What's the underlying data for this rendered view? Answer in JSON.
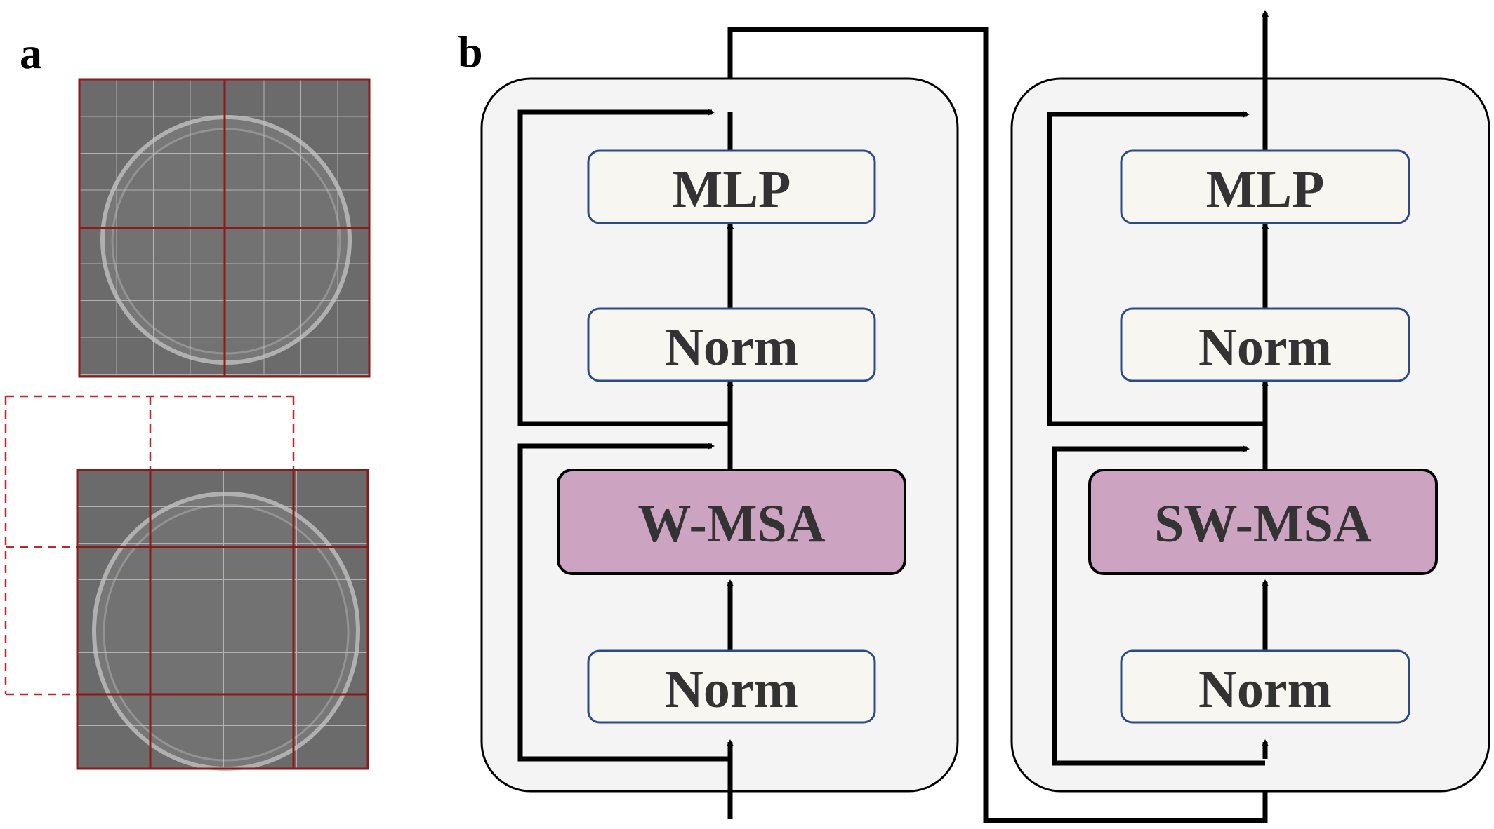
{
  "panel_a": {
    "label": "a",
    "grid_colors": {
      "window_line": "#8b1a1a",
      "patch_line": "#c8c8c8",
      "background": "#6b6b6b",
      "shifted_dash": "#c0282a"
    }
  },
  "panel_b": {
    "label": "b",
    "colors": {
      "block_bg": "#f4f4f4",
      "norm_fill": "#f7f6f0",
      "norm_border": "#2c4a8a",
      "attn_fill": "#cca3c0",
      "arrow": "#000000"
    },
    "left_block": {
      "mlp": "MLP",
      "norm_top": "Norm",
      "attention": "W-MSA",
      "norm_bottom": "Norm"
    },
    "right_block": {
      "mlp": "MLP",
      "norm_top": "Norm",
      "attention": "SW-MSA",
      "norm_bottom": "Norm"
    }
  }
}
